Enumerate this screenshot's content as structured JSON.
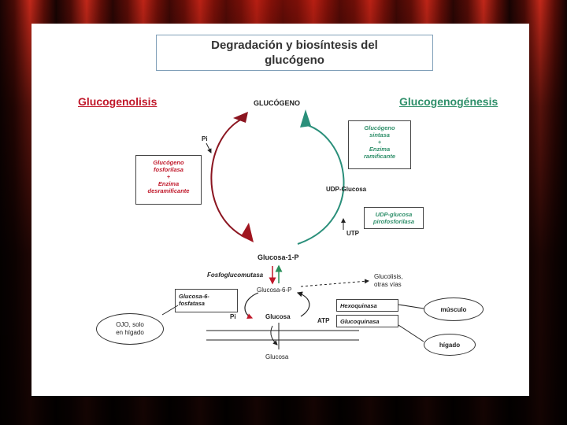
{
  "title": [
    "Degradación y biosíntesis del",
    "glucógeno"
  ],
  "headers": {
    "left": "Glucogenolisis",
    "right": "Glucogenogénesis"
  },
  "nodes": {
    "glucogeno": "GLUCÓGENO",
    "pi_top": "Pi",
    "udp_glucosa": "UDP-Glucosa",
    "utp": "UTP",
    "glucosa_1p": "Glucosa-1-P",
    "fosfoglucomutasa": "Fosfoglucomutasa",
    "glucosa_6p": "Glucosa-6-P",
    "glucolisis": [
      "Glucolisis,",
      "otras vías"
    ],
    "pi_bottom": "Pi",
    "glucosa_mid": "Glucosa",
    "atp": "ATP",
    "glucosa_bottom": "Glucosa"
  },
  "enzyme_boxes": {
    "fosforilasa": [
      "Glucógeno",
      "fosforilasa",
      "+",
      "Enzima",
      "desramificante"
    ],
    "sintasa": [
      "Glucógeno",
      "sintasa",
      "+",
      "Enzima",
      "ramificante"
    ],
    "pirofosforilasa": [
      "UDP-glucosa",
      "pirofosforilasa"
    ],
    "g6fosfatasa": [
      "Glucosa-6-",
      "fosfatasa"
    ],
    "hexoquinasa": "Hexoquinasa",
    "glucoquinasa": "Glucoquinasa"
  },
  "callouts": {
    "ojo": [
      "OJO, solo",
      "en hígado"
    ],
    "musculo": "músculo",
    "higado": "hígado"
  },
  "colors": {
    "red": "#c0182a",
    "green": "#2f8f6a",
    "dark_red": "#8b1520",
    "teal": "#2a8f7a"
  }
}
